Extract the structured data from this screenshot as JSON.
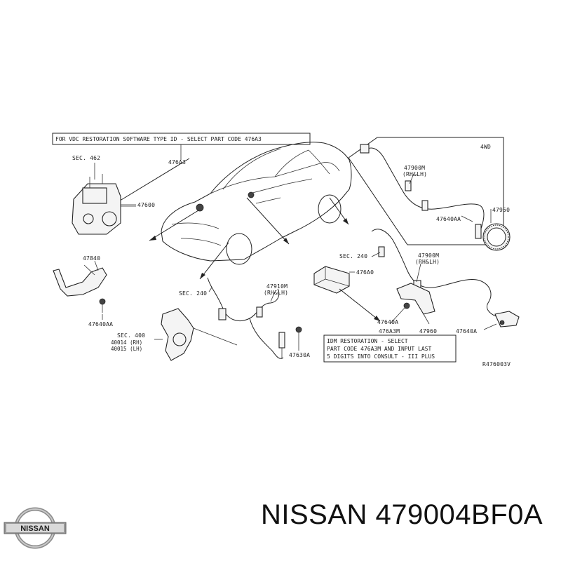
{
  "diagram": {
    "top_box_note": "FOR VDC RESTORATION SOFTWARE TYPE ID - SELECT PART CODE 476A3",
    "idm_note": [
      "IDM RESTORATION - SELECT",
      "PART CODE 476A3M AND INPUT LAST",
      "5 DIGITS INTO CONSULT - III PLUS"
    ],
    "inset_title": "4WD",
    "reference_code": "R476003V",
    "labels": {
      "sec462": "SEC. 462",
      "p476a3": "476A3",
      "p47600": "47600",
      "p47840": "47840",
      "p47640aa_left": "47640AA",
      "sec240_left": "SEC. 240",
      "p47910m": "47910M",
      "rhlh_left": "(RH&LH)",
      "sec400": "SEC. 400",
      "p40014": "40014 (RH)",
      "p40015": "40015 (LH)",
      "p47630a": "47630A",
      "p47900m_inset": "47900M",
      "rhlh_inset": "(RH&LH)",
      "p47640aa_inset": "47640AA",
      "p47950": "47950",
      "sec240_right": "SEC. 240",
      "p476a0": "476A0",
      "p47900m": "47900M",
      "rhlh_right": "(RH&LH)",
      "p47640a_mid": "47640A",
      "p476a3m": "476A3M",
      "p47960": "47960",
      "p47640a_right": "47640A"
    }
  },
  "caption": "NISSAN 479004BF0A",
  "logo_text": "NISSAN"
}
